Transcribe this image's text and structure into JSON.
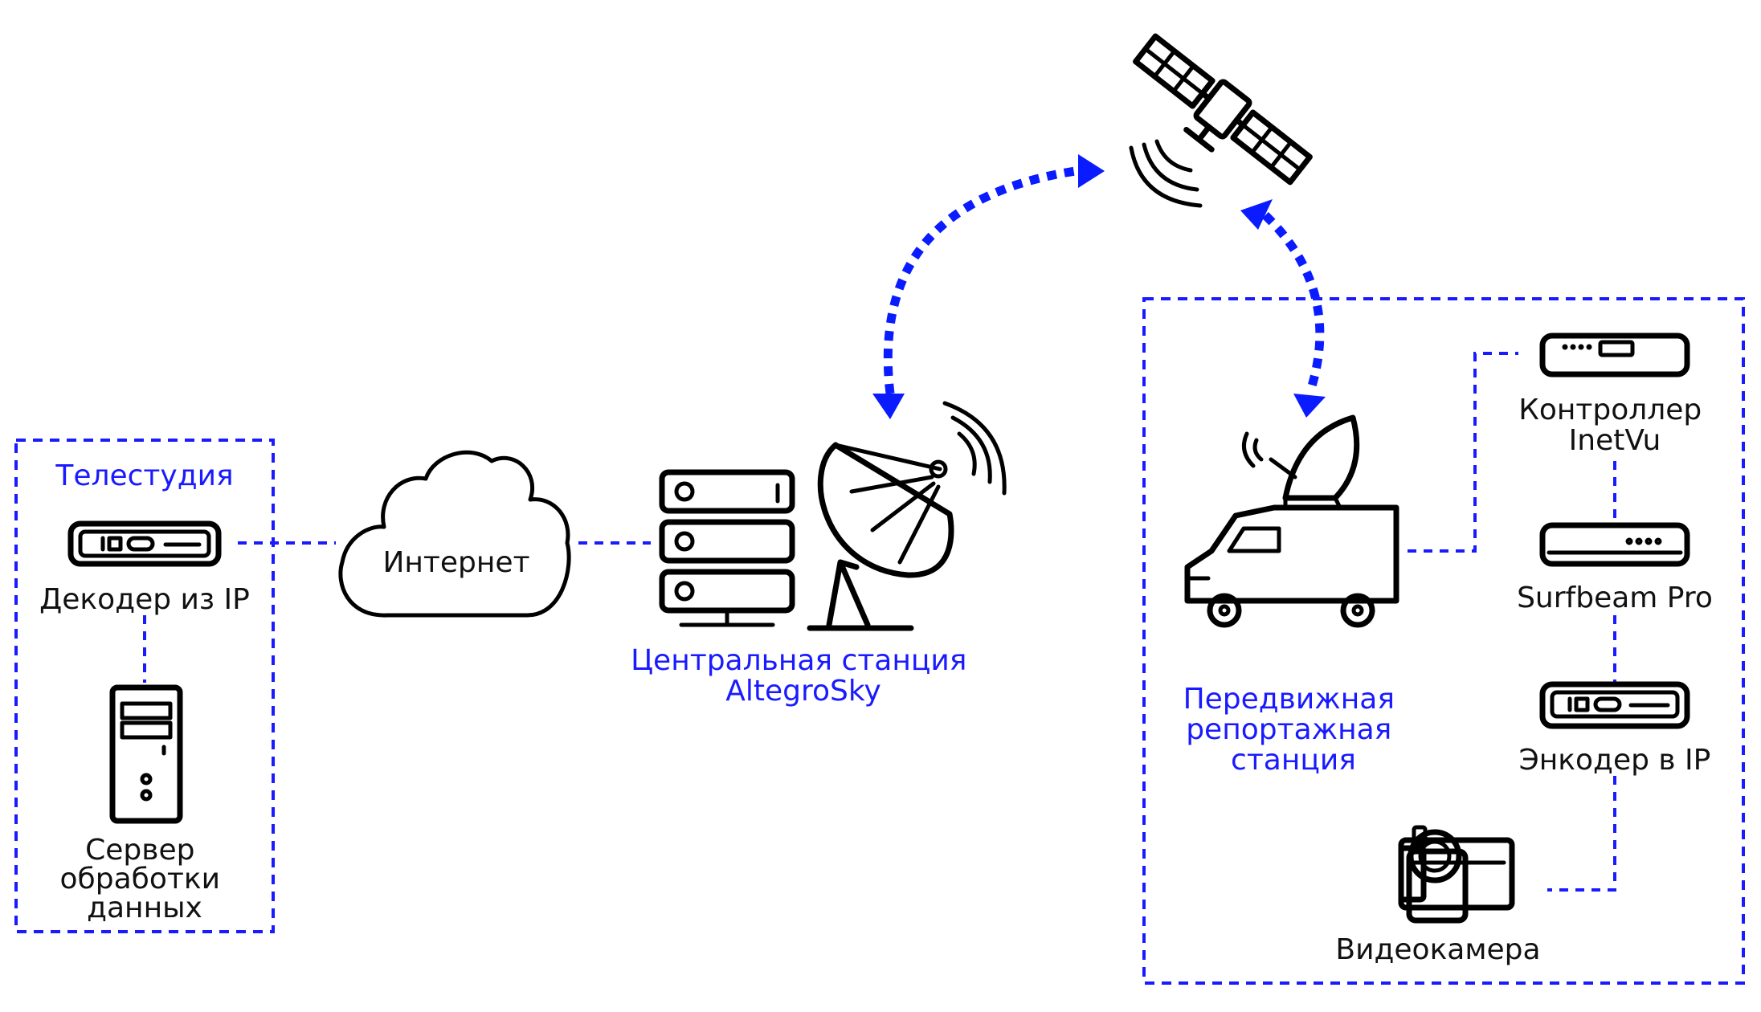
{
  "colors": {
    "accent": "#1a1aff",
    "link_arrows": "#0a1bff",
    "icon": "#000000",
    "text": "#111111"
  },
  "groups": {
    "telestudio": {
      "title": "Телестудия"
    },
    "mobile_station": {
      "title_lines": [
        "Передвижная",
        "репортажная",
        "станция"
      ]
    }
  },
  "nodes": {
    "decoder": {
      "label": "Декодер из IP",
      "icon": "decoder-box-icon"
    },
    "server": {
      "label_lines": [
        "Сервер",
        "обработки",
        "данных"
      ],
      "icon": "server-tower-icon"
    },
    "internet": {
      "label": "Интернет",
      "icon": "cloud-icon"
    },
    "central_station": {
      "label_lines": [
        "Центральная станция",
        "AltegroSky"
      ],
      "icon": "server-rack-and-dish-icon"
    },
    "satellite": {
      "icon": "satellite-icon"
    },
    "van": {
      "icon": "satellite-van-icon"
    },
    "controller": {
      "label_lines": [
        "Контроллер",
        "InetVu"
      ],
      "icon": "controller-box-icon"
    },
    "modem": {
      "label": "Surfbeam Pro",
      "icon": "modem-box-icon"
    },
    "encoder": {
      "label": "Энкодер в IP",
      "icon": "encoder-box-icon"
    },
    "camera": {
      "label": "Видеокамера",
      "icon": "video-camera-icon"
    }
  }
}
